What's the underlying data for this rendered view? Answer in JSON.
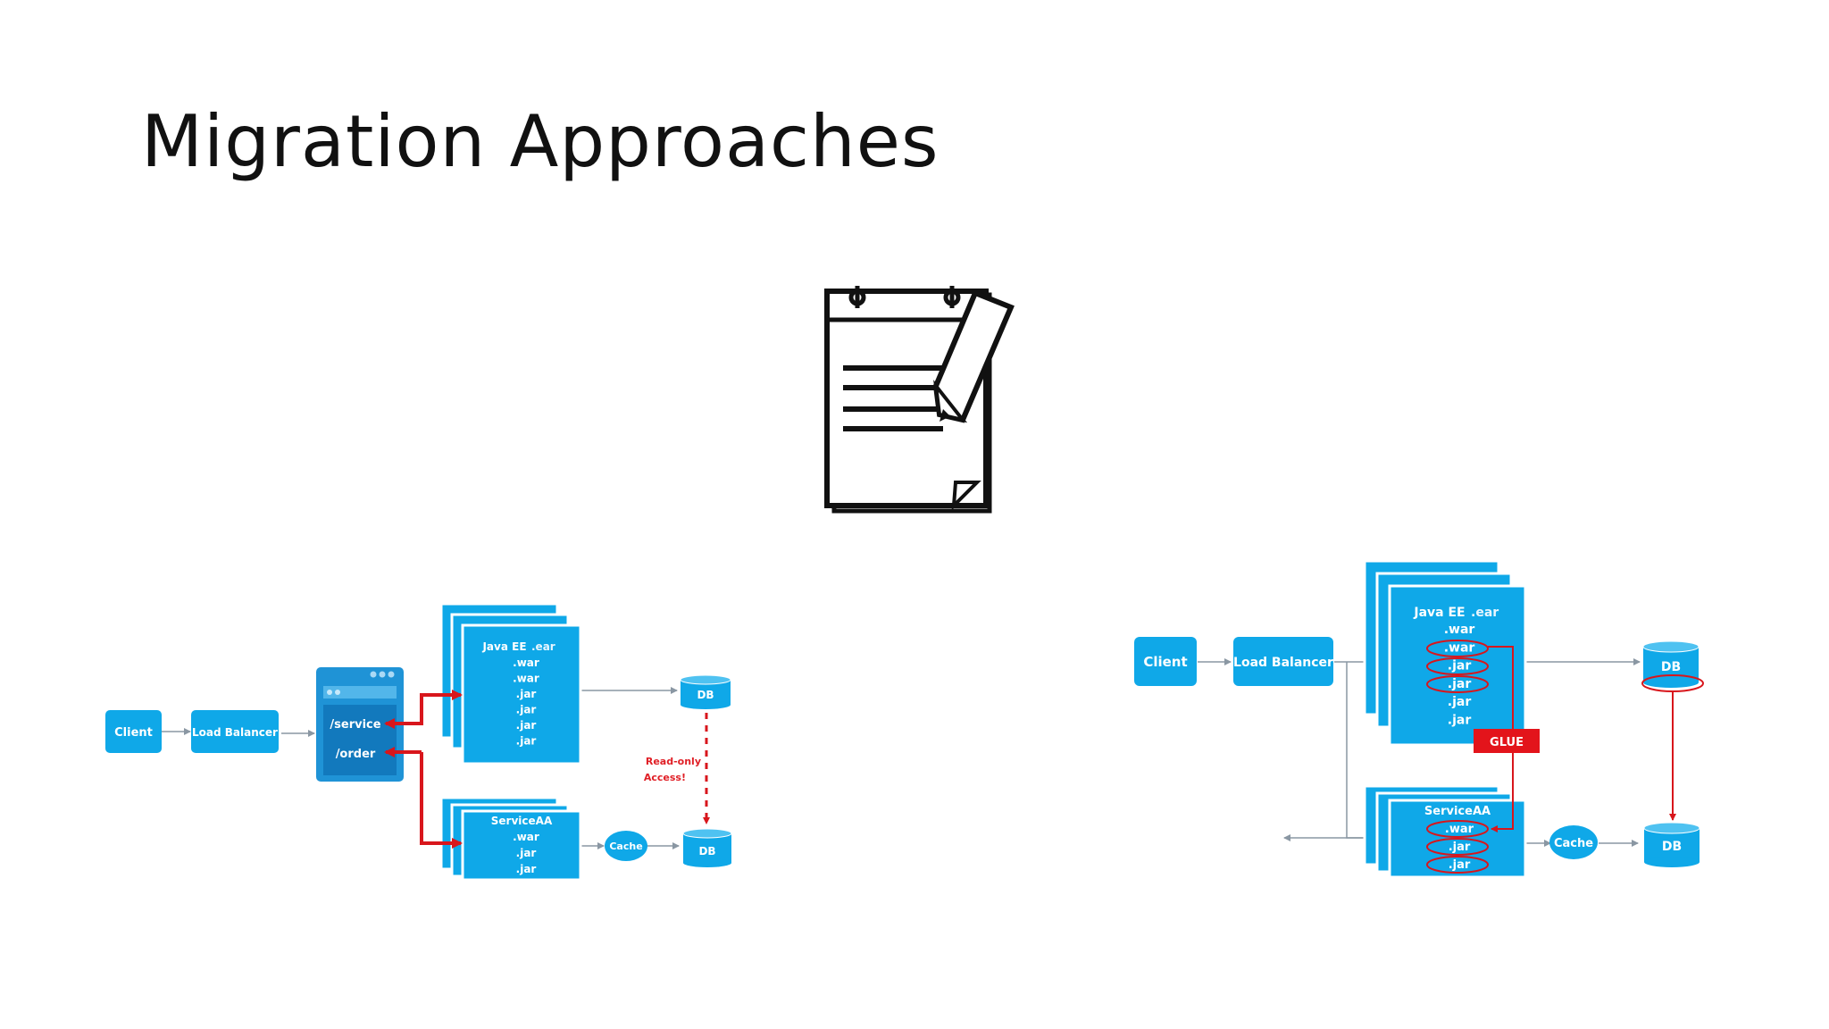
{
  "slide": {
    "title": "Migration Approaches"
  },
  "icon": "notepad-with-pencil-icon",
  "colors": {
    "box": "#0fa8e8",
    "router": "#1c8fd3",
    "arrow_red": "#d8161c",
    "glue": "#e3141b",
    "line": "#9aa7b3"
  },
  "left_diagram": {
    "client": "Client",
    "load_balancer": "Load Balancer",
    "router": {
      "route_service": "/service",
      "route_order": "/order"
    },
    "monolith": {
      "title": "Java EE",
      "ear": ".ear",
      "items": [
        ".war",
        ".war",
        ".jar",
        ".jar",
        ".jar",
        ".jar"
      ]
    },
    "db_top": "DB",
    "read_only_note": [
      "Read-only",
      "Access!"
    ],
    "service": {
      "title": "ServiceAA",
      "items": [
        ".war",
        ".jar",
        ".jar"
      ]
    },
    "cache": "Cache",
    "db_bottom": "DB"
  },
  "right_diagram": {
    "client": "Client",
    "load_balancer": "Load Balancer",
    "monolith": {
      "title": "Java EE",
      "ear": ".ear",
      "items": [
        ".war",
        ".war",
        ".jar",
        ".jar",
        ".jar",
        ".jar"
      ]
    },
    "glue": "GLUE",
    "db_top": "DB",
    "service": {
      "title": "ServiceAA",
      "items": [
        ".war",
        ".jar",
        ".jar"
      ]
    },
    "cache": "Cache",
    "db_bottom": "DB"
  }
}
